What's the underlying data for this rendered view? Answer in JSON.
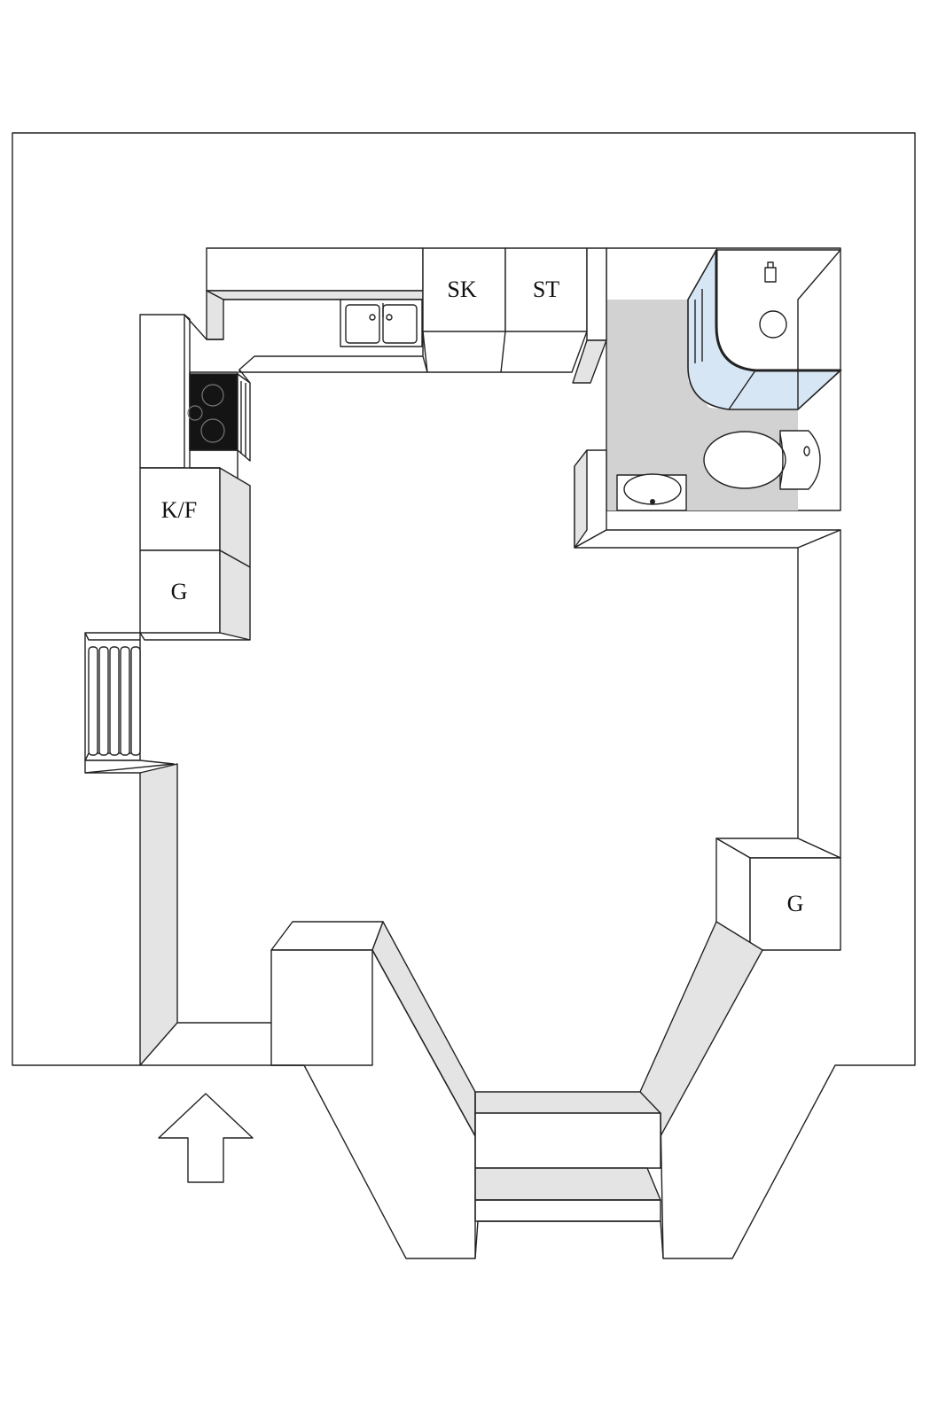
{
  "plan": {
    "labels": {
      "sk": "SK",
      "st": "ST",
      "kf": "K/F",
      "g_left": "G",
      "g_right": "G"
    },
    "colors": {
      "wall_side": "#e4e4e4",
      "bathroom_floor": "#d2d2d2",
      "glass": "#d6e6f4",
      "hob": "#141414"
    }
  }
}
